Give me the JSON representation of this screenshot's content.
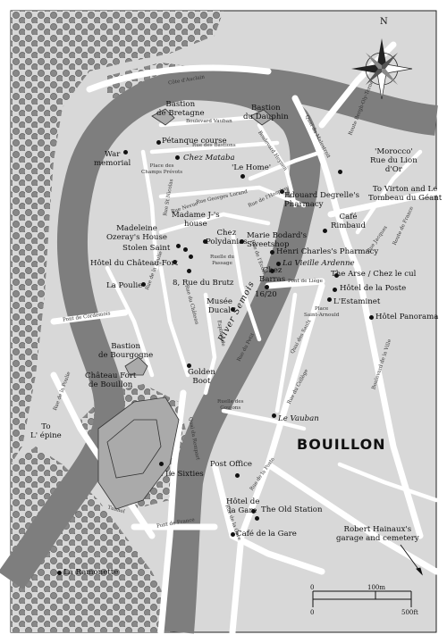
{
  "town_name": "BOUILLON",
  "compass": {
    "north": "N"
  },
  "labels": {
    "bastion_bretagne": "Bastion\nde Bretagne",
    "bastion_dauphin": "Bastion\ndu Dauphin",
    "war_memorial": "War\nmemorial",
    "petanque": "Pétanque course",
    "chez_mataba": "Chez Mataba",
    "le_home": "'Le Home'",
    "morocco": "'Morocco'\nRue du Lion\nd'Or",
    "degrelle": "Edouard Degrelle's\nPharmacy",
    "virton": "To Virton and Le\nTombeau du Géant",
    "cafe_rimbaud": "Café\nRimbaud",
    "madame_j": "Madame J-'s\nhouse",
    "madeleine": "Madeleine\nOzeray's House",
    "chez_polydanias": "Chez\nPolydanias",
    "marie_bodard": "Marie Bodard's\nSweetshop",
    "henri_charles": "Henri Charles's Pharmacy",
    "vieille_ardenne": "La Vieille Ardenne",
    "stolen_saint": "Stolen Saint",
    "hotel_chateau": "Hôtel du Château-Fort",
    "rue_brutz": "8, Rue du Brutz",
    "chez_barras": "Chez\nBarras",
    "n1620": "16/20",
    "the_arse": "The Arse / Chez le cul",
    "hotel_poste": "Hôtel de la Poste",
    "estaminet": "L'Estaminet",
    "la_poulie": "La Poulie",
    "musee_ducal": "Musée\nDucal",
    "hotel_panorama": "Hôtel Panorama",
    "bastion_bourgogne": "Bastion\nde Bourgogne",
    "chateau_fort": "Château Fort\nde Bouillon",
    "golden_boot": "Golden\nBoot",
    "to_epine": "To\nL' épine",
    "le_vauban": "Le Vauban",
    "post_office": "Post Office",
    "le_sixties": "Le Sixties",
    "hotel_gare": "Hôtel de\nla Gare",
    "old_station": "The Old Station",
    "cafe_gare": "Café de la Gare",
    "hainaux": "Robert Hainaux's\ngarage and cemetery",
    "la_ramonette": "La Ramonette",
    "river": "River Semois"
  },
  "street_labels": {
    "cote_auclain": "Côte d'Auclain",
    "bd_vauban": "Boulevard Vauban",
    "rue_bastions": "Rue des Bastions",
    "place_champs": "Place des\nChamps Prévots",
    "bd_heynen": "Boulevard Heynen",
    "quai_malestroit": "Quai du Malestroit",
    "route_bergh": "Route Bergh-Oly-Terne",
    "rue_hospice": "Rue de l'Hospice",
    "rue_georges": "Rue Georges Lorand",
    "rue_nevue": "Rue Nevue",
    "rue_st_nicolas": "Rue St Nicolas",
    "ruelle_passage": "Ruelle du\nPassage",
    "rue_ecole": "Rue de l'Ecole",
    "rue_poulie": "Rue de la Poulie",
    "rue_chateau": "Rue du Château",
    "esplanade": "Esplanade",
    "rue_petit": "Rue du Petit",
    "pont_cordemois": "Pont de Cordemois",
    "pont_liege": "Pont de Liège",
    "place_st_arnould": "Place\nSaint-Arnould",
    "quai_saulx": "Quai des Saulx",
    "rue_jacques": "Rue Jacques",
    "route_france": "Route de France",
    "quai_rempart": "Quai du Rempart",
    "rue_college": "Rue du Collège",
    "ruelle_goujons": "Ruelle des\nGoujons",
    "rue_poste": "Rue de la Poste",
    "rue_gare": "Rue de la Gare",
    "tunnel": "Tunnel",
    "pont_france": "Pont de France",
    "rue_poulie2": "Rue de la Poulie",
    "bd_ville": "Boulevard de la Ville"
  },
  "scale": {
    "zero_a": "0",
    "m100": "100m",
    "zero_b": "0",
    "ft500": "500ft"
  },
  "colors": {
    "river": "#7e7e7e",
    "land": "#d8d8d8",
    "roads": "#ffffff",
    "trees": "#8a8a8a",
    "ink": "#111111"
  }
}
